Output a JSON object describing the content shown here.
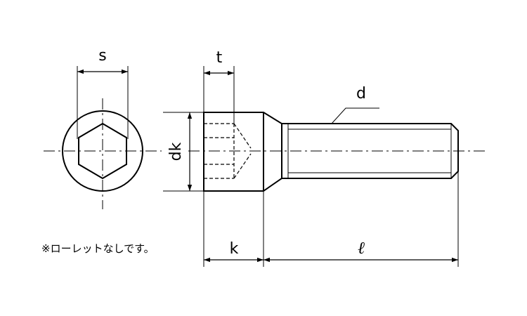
{
  "labels": {
    "s": "s",
    "t": "t",
    "d": "d",
    "dk": "dk",
    "k": "k",
    "l": "ℓ"
  },
  "note": "※ローレットなしです。",
  "colors": {
    "line": "#000000",
    "background": "#ffffff"
  }
}
